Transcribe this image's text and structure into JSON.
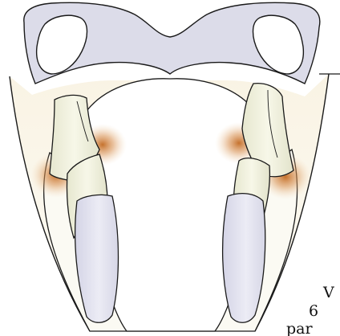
{
  "figure": {
    "cropped_caption_lines": [
      "V",
      "6",
      "par"
    ],
    "colors": {
      "bone_fill": "#dcdce9",
      "bone_stroke": "#1a1a1a",
      "tissue_fill": "#fbf7ec",
      "tooth_fill": "#f0f0dc",
      "root_fill": "#e1e1ee",
      "inflammation": "#c7742a"
    },
    "icons": [
      "upper-jaw-bone",
      "lower-jaw-bone",
      "tooth-crown",
      "tooth-root",
      "inflammation-glow"
    ]
  }
}
